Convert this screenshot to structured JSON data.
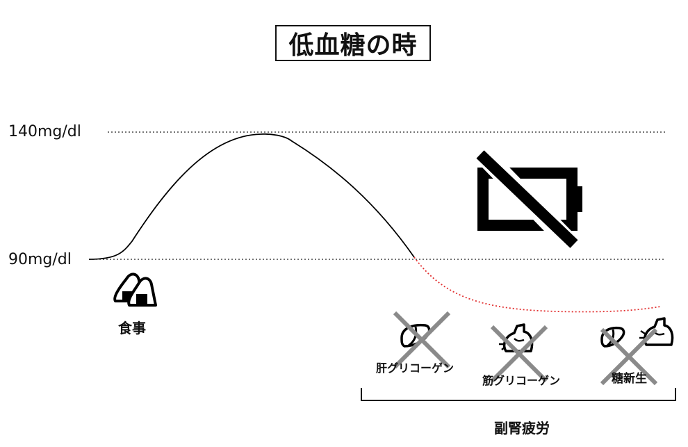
{
  "title": "低血糖の時",
  "y_labels": {
    "high": "140mg/dl",
    "low": "90mg/dl"
  },
  "meal_label": "食事",
  "mechanisms": [
    {
      "label": "肝グリコーゲン",
      "icon": "liver-icon",
      "crossed": true
    },
    {
      "label": "筋グリコーゲン",
      "icon": "muscle-arm-icon",
      "crossed": true
    },
    {
      "label": "糖新生",
      "icon": "liver-and-muscle-icon",
      "crossed": true
    }
  ],
  "bracket_label": "副腎疲労",
  "colors": {
    "curve": "#000000",
    "drop_curve": "#e23030",
    "cross": "#8a8a8a"
  }
}
